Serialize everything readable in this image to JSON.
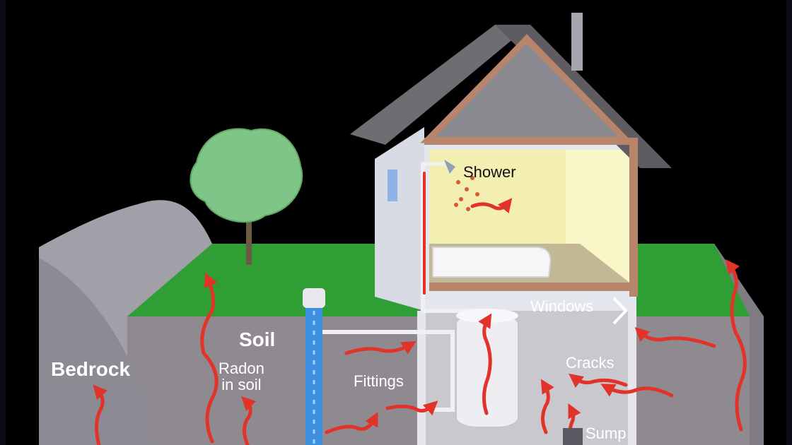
{
  "labels": {
    "bedrock": "Bedrock",
    "soil": "Soil",
    "radon_line1": "Radon",
    "radon_line2": "in soil",
    "fittings": "Fittings",
    "shower": "Shower",
    "windows": "Windows",
    "cracks": "Cracks",
    "sump": "Sump"
  },
  "colors": {
    "background": "#000000",
    "grass": "#2e9e35",
    "soil": "#8e8a90",
    "bedrock": "#9d9ba3",
    "roof": "#6f6c72",
    "house_wall": "#e4e6ee",
    "room_light": "#f3efb0",
    "radon": "#e2332b",
    "well_water": "#3d8fe0",
    "tree": "#7fc587"
  }
}
